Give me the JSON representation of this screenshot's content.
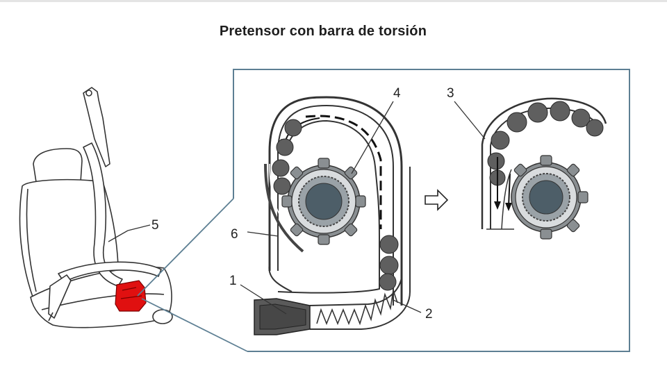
{
  "title": "Pretensor con barra de torsión",
  "callouts": {
    "c1": "1",
    "c2": "2",
    "c3": "3",
    "c4": "4",
    "c5": "5",
    "c6": "6"
  },
  "colors": {
    "frame": "#5d7f93",
    "highlight": "#e01010",
    "ball": "#5f5f5f",
    "gear": "#8a8f92",
    "hub": "#4d5e68",
    "line": "#333333"
  },
  "icons": {
    "arrow": "right-outline-arrow-icon"
  }
}
